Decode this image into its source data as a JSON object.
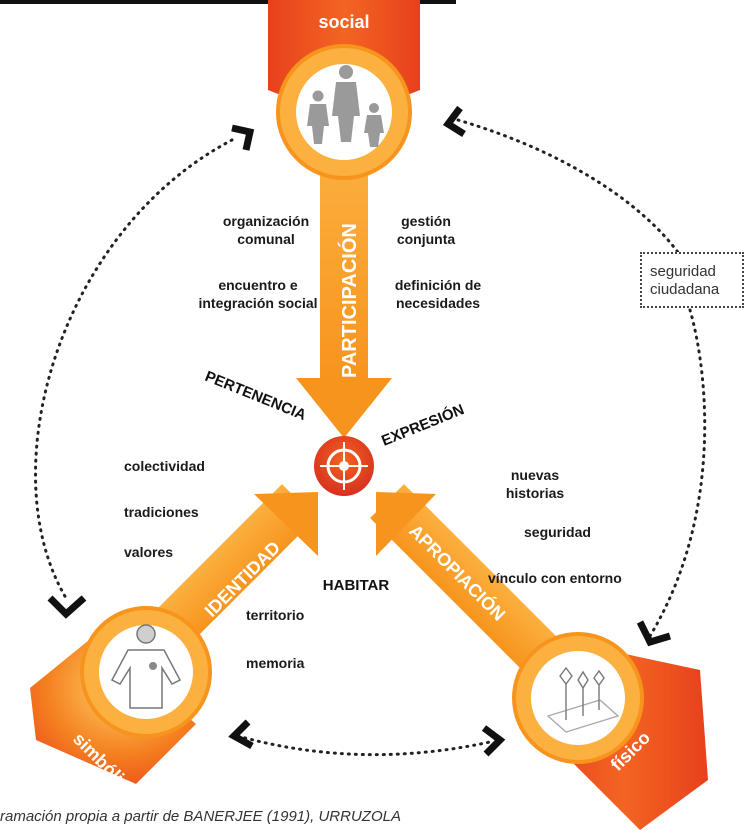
{
  "nodes": {
    "social": "social",
    "simbolico": "simbólico",
    "fisico": "físico"
  },
  "arrows": {
    "participacion": "PARTICIPACIÓN",
    "identidad": "IDENTIDAD",
    "apropiacion": "APROPIACIÓN"
  },
  "center": {
    "pertenencia": "PERTENENCIA",
    "expresion": "EXPRESIÓN",
    "habitar": "HABITAR"
  },
  "social_terms": {
    "t1a": "organización",
    "t1b": "comunal",
    "t2a": "gestión",
    "t2b": "conjunta",
    "t3a": "encuentro e",
    "t3b": "integración social",
    "t4a": "definición de",
    "t4b": "necesidades"
  },
  "identity_terms": {
    "t1": "colectividad",
    "t2": "tradiciones",
    "t3": "valores",
    "t4": "territorio",
    "t5": "memoria"
  },
  "appropriation_terms": {
    "t1a": "nuevas",
    "t1b": "historias",
    "t2": "seguridad",
    "t3": "vínculo con entorno"
  },
  "box": {
    "line1": "seguridad",
    "line2": "ciudadana"
  },
  "caption": "ramación propia a partir de BANERJEE (1991), URRUZOLA",
  "colors": {
    "orange": "#f7941d",
    "orange_light": "#fcb040",
    "red": "#e8401c",
    "ring_fill": "#ffffff",
    "text": "#1a1a1a"
  }
}
